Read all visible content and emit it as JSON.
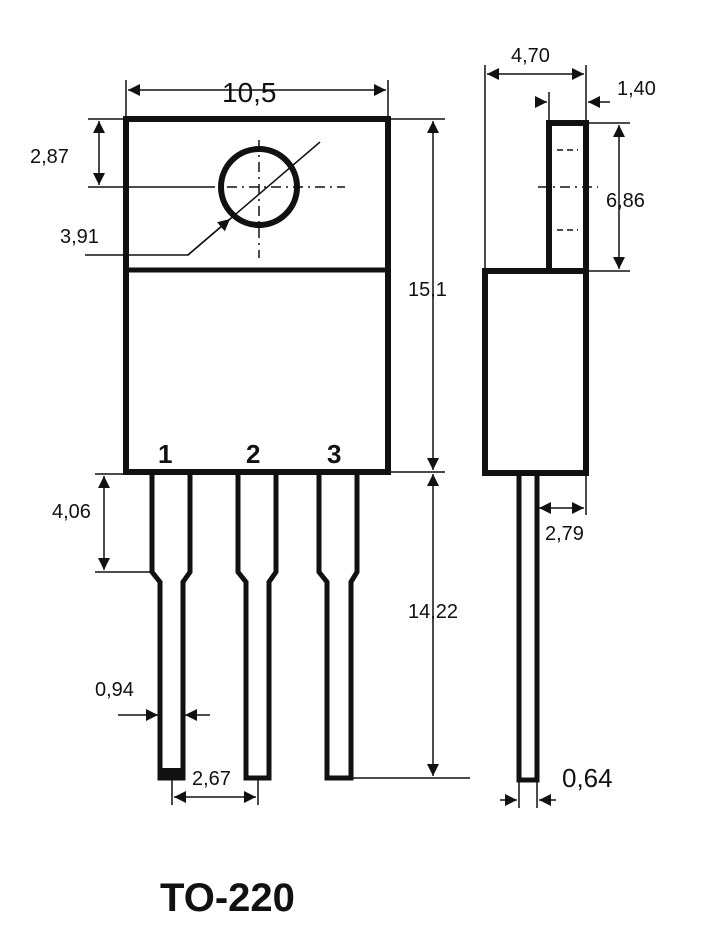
{
  "title": "TO-220",
  "colors": {
    "ink": "#111111",
    "background": "#ffffff"
  },
  "pins": [
    "1",
    "2",
    "3"
  ],
  "dimensions": {
    "body_width": "10,5",
    "hole_center_offset": "2,87",
    "hole_diameter": "3,91",
    "body_height": "15,1",
    "shoulder_height": "4,06",
    "lead_width": "0,94",
    "pin_pitch": "2,67",
    "lead_length": "14,22",
    "side_total_thickness": "4,70",
    "tab_thickness": "1,40",
    "tab_height": "6,86",
    "lead_offset": "2,79",
    "lead_thickness": "0,64"
  }
}
